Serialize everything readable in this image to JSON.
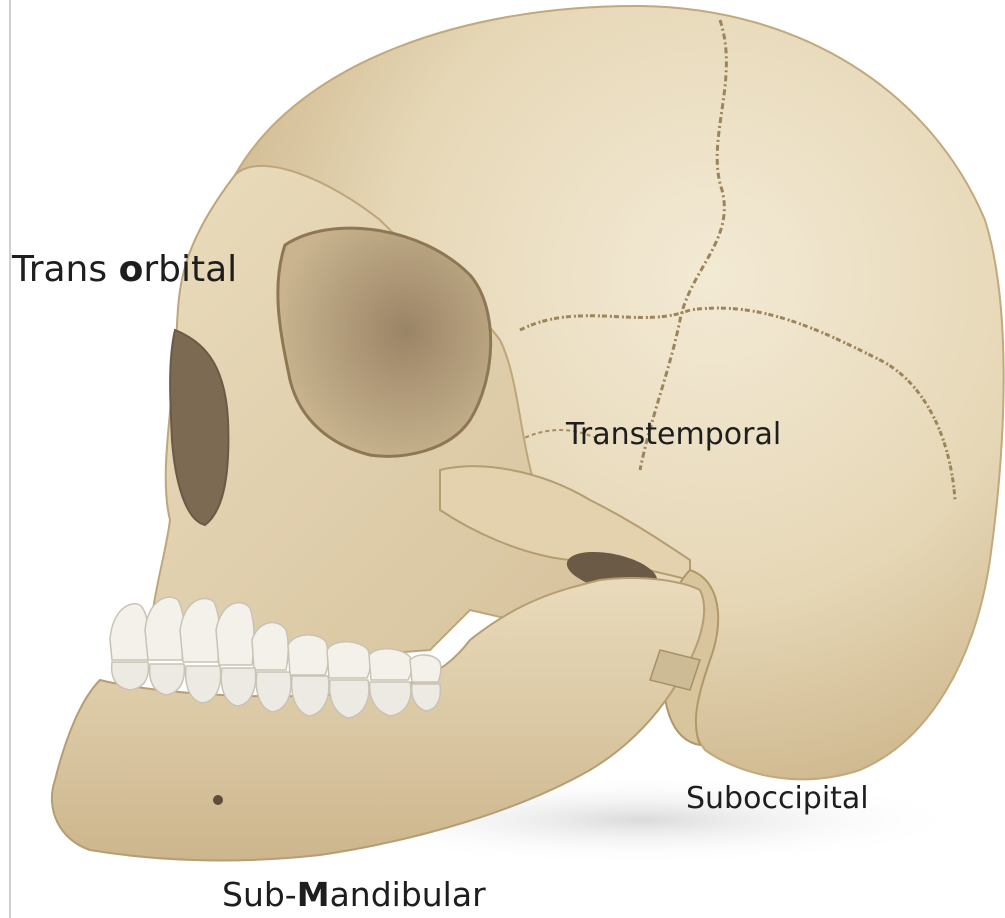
{
  "image": {
    "subject": "skull-left-lateral-oblique-view",
    "colors": {
      "bone_light": "#efe3c8",
      "bone_mid": "#ddcba6",
      "bone_shadow": "#a8916a",
      "cavity_dark": "#6b5a45",
      "teeth": "#f3f1ea",
      "label_text": "#1e1e1e",
      "background": "#ffffff"
    }
  },
  "labels": {
    "trans_orbital": {
      "pre": "Trans ",
      "bold": "o",
      "post": "rbital"
    },
    "transtemporal": {
      "text": "Transtemporal"
    },
    "suboccipital": {
      "text": "Suboccipital"
    },
    "sub_mandibular": {
      "pre": "Sub-",
      "bold": "M",
      "post": "andibular"
    }
  }
}
